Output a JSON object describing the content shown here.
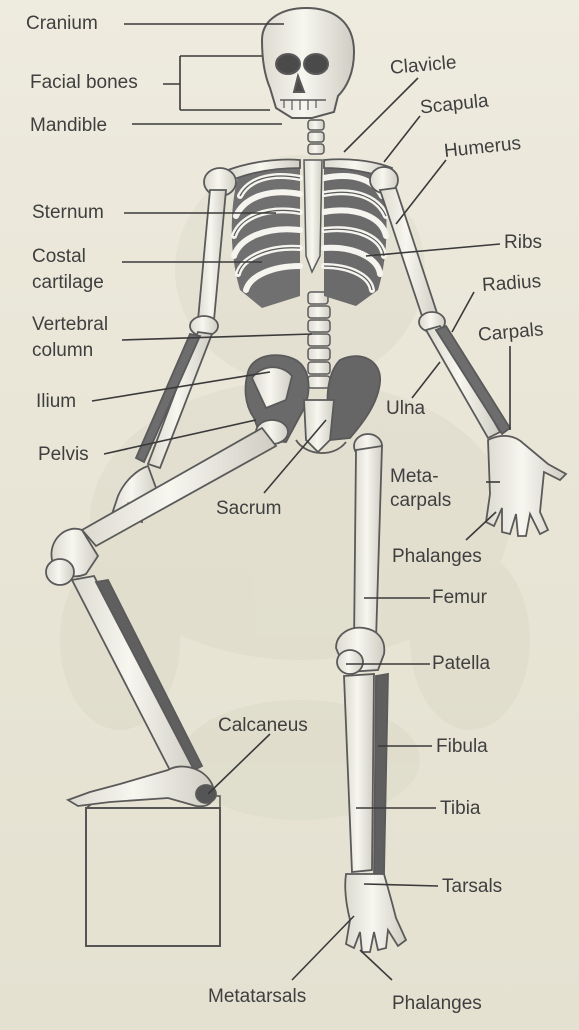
{
  "diagram": {
    "labels": {
      "cranium": "Cranium",
      "facial_bones": "Facial bones",
      "mandible": "Mandible",
      "clavicle": "Clavicle",
      "scapula": "Scapula",
      "humerus": "Humerus",
      "sternum": "Sternum",
      "ribs": "Ribs",
      "costal_cartilage_1": "Costal",
      "costal_cartilage_2": "cartilage",
      "radius": "Radius",
      "vertebral_column_1": "Vertebral",
      "vertebral_column_2": "column",
      "carpals": "Carpals",
      "ilium": "Ilium",
      "ulna": "Ulna",
      "pelvis": "Pelvis",
      "metacarpals_1": "Meta-",
      "metacarpals_2": "carpals",
      "sacrum": "Sacrum",
      "phalanges_hand": "Phalanges",
      "femur": "Femur",
      "patella": "Patella",
      "calcaneus": "Calcaneus",
      "fibula": "Fibula",
      "tibia": "Tibia",
      "tarsals": "Tarsals",
      "metatarsals": "Metatarsals",
      "phalanges_foot": "Phalanges"
    },
    "colors": {
      "background": "#ebe8db",
      "bone": "#f3f2ea",
      "bone_outline": "#595959",
      "bone_shadow": "#6e6e6e",
      "leader_line": "#3a3a3a",
      "text": "#3f3f3f"
    }
  }
}
